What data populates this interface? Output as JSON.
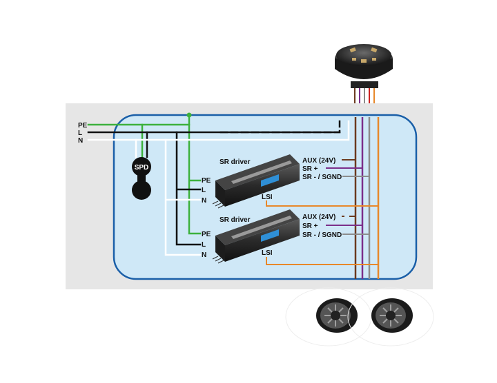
{
  "mains": {
    "pe": "PE",
    "l": "L",
    "n": "N"
  },
  "spd": {
    "label": "SPD"
  },
  "drivers": [
    {
      "title": "SR driver",
      "inputs": {
        "pe": "PE",
        "l": "L",
        "n": "N"
      },
      "lsi": "LSI",
      "outputs": {
        "aux": "AUX (24V)",
        "sr_plus": "SR +",
        "sr_minus": "SR - / SGND"
      }
    },
    {
      "title": "SR driver",
      "inputs": {
        "pe": "PE",
        "l": "L",
        "n": "N"
      },
      "lsi": "LSI",
      "outputs": {
        "aux": "AUX (24V)",
        "sr_plus": "SR +",
        "sr_minus": "SR - / SGND"
      }
    }
  ],
  "colors": {
    "pe": "#3db13d",
    "line": "#111111",
    "neutral": "#ffffff",
    "aux": "#6b3a1f",
    "sr_plus": "#7b2f8a",
    "sr_minus": "#8c8c8c",
    "lsi": "#e8882a",
    "enclosure": "#1a5fa8",
    "enclosure_fill": "#cfe8f7",
    "panel": "#e6e6e6"
  }
}
